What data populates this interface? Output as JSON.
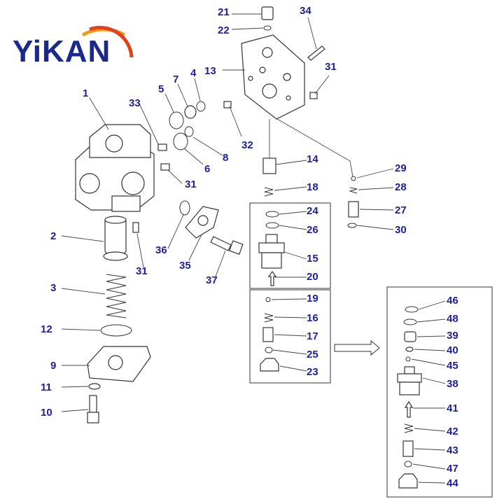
{
  "logo": {
    "text": "YiKAN",
    "colors": {
      "text": "#1a2a8c",
      "arc_orange": "#f39a1e",
      "arc_red": "#e2421b"
    }
  },
  "label_color": "#1c1f9e",
  "labels": {
    "p1": "1",
    "p2": "2",
    "p3": "3",
    "p4": "4",
    "p5": "5",
    "p6": "6",
    "p7": "7",
    "p8": "8",
    "p9": "9",
    "p10": "10",
    "p11": "11",
    "p12": "12",
    "p13": "13",
    "p14": "14",
    "p15": "15",
    "p16": "16",
    "p17": "17",
    "p18": "18",
    "p19": "19",
    "p20": "20",
    "p21": "21",
    "p22": "22",
    "p23": "23",
    "p24": "24",
    "p25": "25",
    "p26": "26",
    "p27": "27",
    "p28": "28",
    "p29": "29",
    "p30": "30",
    "p31a": "31",
    "p31b": "31",
    "p31c": "31",
    "p32": "32",
    "p33": "33",
    "p34": "34",
    "p35": "35",
    "p36": "36",
    "p37": "37",
    "p38": "38",
    "p39": "39",
    "p40": "40",
    "p41": "41",
    "p42": "42",
    "p43": "43",
    "p44": "44",
    "p45": "45",
    "p46": "46",
    "p47": "47",
    "p48": "48"
  }
}
